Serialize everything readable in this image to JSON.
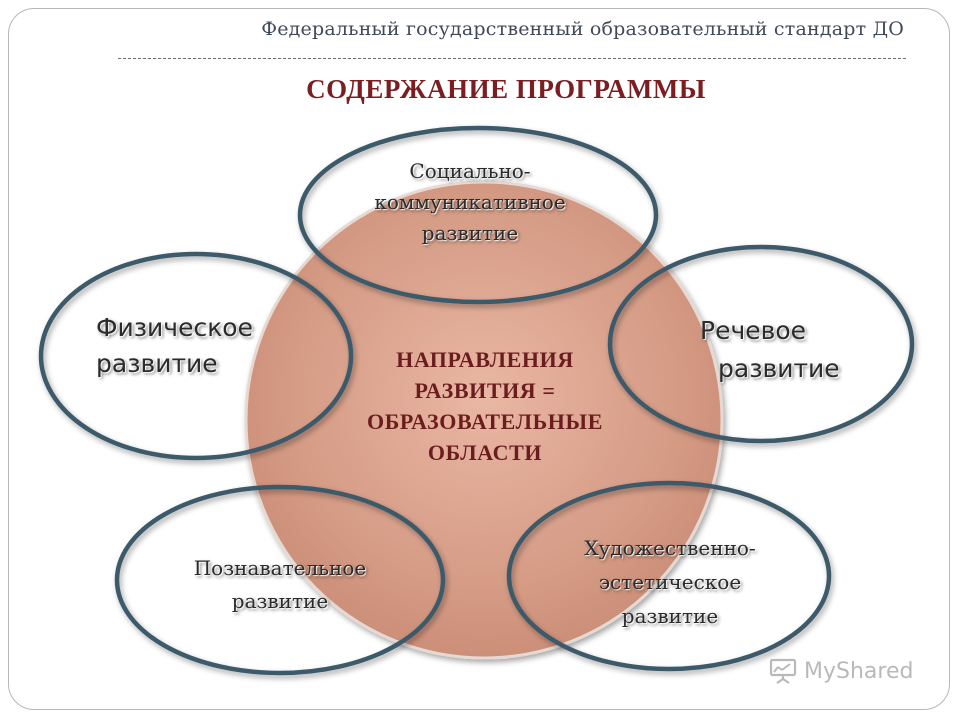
{
  "header": {
    "title": "Федеральный государственный образовательный стандарт ДО"
  },
  "page_title": "СОДЕРЖАНИЕ ПРОГРАММЫ",
  "center": {
    "lines": [
      "НАПРАВЛЕНИЯ",
      "РАЗВИТИЯ =",
      "ОБРАЗОВАТЕЛЬНЫЕ",
      "ОБЛАСТИ"
    ],
    "fill_color": "#d49a84"
  },
  "nodes": {
    "social": {
      "lines": [
        "Социально-",
        "коммуникативное",
        "развитие"
      ]
    },
    "physical": {
      "lines": [
        "Физическое",
        "развитие"
      ]
    },
    "speech": {
      "lines": [
        "Речевое",
        "развитие"
      ]
    },
    "cognitive": {
      "lines": [
        "Познавательное",
        "развитие"
      ]
    },
    "art": {
      "lines": [
        "Художественно-",
        "эстетическое",
        "развитие"
      ]
    }
  },
  "colors": {
    "ring_stroke": "#3e5a6b",
    "title_color": "#7a1e22"
  },
  "watermark": {
    "text": "MyShared"
  }
}
